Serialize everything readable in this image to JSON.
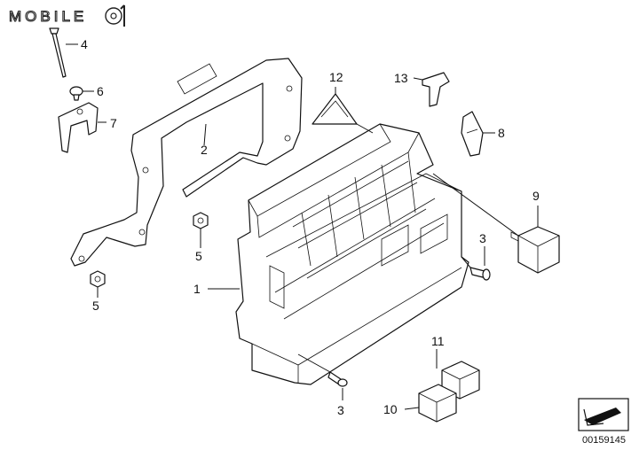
{
  "watermark": {
    "text": "MOBILE"
  },
  "callouts": [
    {
      "id": "c1",
      "number": "1"
    },
    {
      "id": "c2",
      "number": "2"
    },
    {
      "id": "c3a",
      "number": "3"
    },
    {
      "id": "c3b",
      "number": "3"
    },
    {
      "id": "c4",
      "number": "4"
    },
    {
      "id": "c5a",
      "number": "5"
    },
    {
      "id": "c5b",
      "number": "5"
    },
    {
      "id": "c6",
      "number": "6"
    },
    {
      "id": "c7",
      "number": "7"
    },
    {
      "id": "c8",
      "number": "8"
    },
    {
      "id": "c9",
      "number": "9"
    },
    {
      "id": "c10",
      "number": "10"
    },
    {
      "id": "c11",
      "number": "11"
    },
    {
      "id": "c12",
      "number": "12"
    },
    {
      "id": "c13",
      "number": "13"
    }
  ],
  "diagram_code": "00159145",
  "colors": {
    "line": "#111111",
    "background": "#ffffff"
  }
}
